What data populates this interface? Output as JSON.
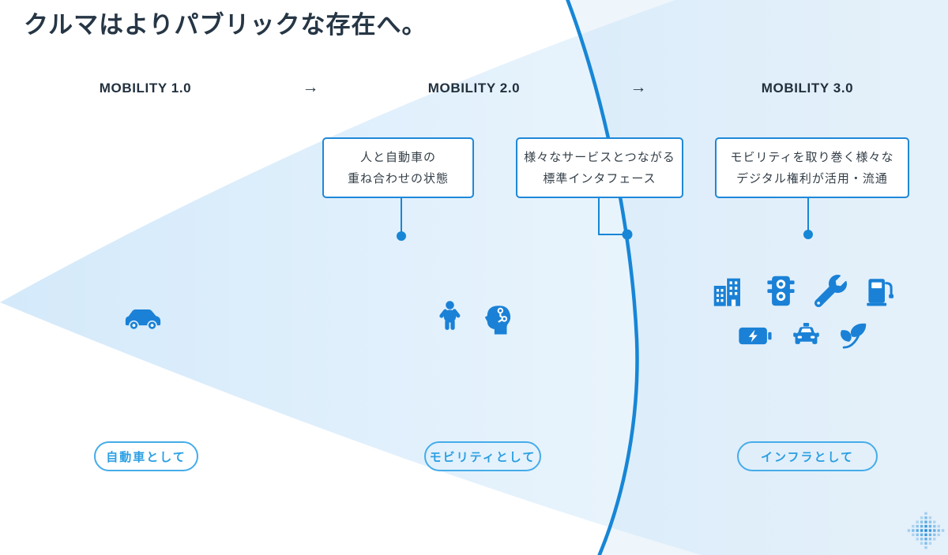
{
  "title": "クルマはよりパブリックな存在へ。",
  "arrow": "→",
  "stages": [
    {
      "label": "MOBILITY 1.0",
      "pill": "自動車として",
      "icons": [
        "car-side"
      ]
    },
    {
      "label": "MOBILITY 2.0",
      "pill": "モビリティとして",
      "icons": [
        "person",
        "ai-head"
      ]
    },
    {
      "label": "MOBILITY 3.0",
      "pill": "インフラとして",
      "icons": [
        "buildings",
        "traffic-light",
        "wrench",
        "fuel-pump",
        "battery-charging",
        "taxi",
        "leaf-eco"
      ]
    }
  ],
  "callouts": [
    {
      "line1": "人と自動車の",
      "line2": "重ね合わせの状態"
    },
    {
      "line1": "様々なサービスとつながる",
      "line2": "標準インタフェース"
    },
    {
      "line1": "モビリティを取り巻く様々な",
      "line2": "デジタル権利が活用・流通"
    }
  ],
  "colors": {
    "accent": "#1786d6",
    "icon_blue": "#1a81d6",
    "pill_blue": "#2b9fe3",
    "heading_navy": "#22303e",
    "beam_light": "#ddeefb",
    "beam_faint": "#eef5fb"
  }
}
